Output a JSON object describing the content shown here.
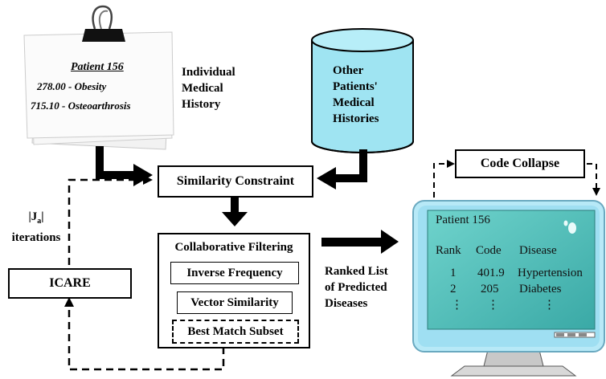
{
  "note": {
    "title": "Patient 156",
    "lines": [
      "278.00 - Obesity",
      "715.10 - Osteoarthrosis"
    ],
    "label": [
      "Individual",
      "Medical",
      "History"
    ]
  },
  "database": {
    "lines": [
      "Other",
      "Patients'",
      "Medical",
      "Histories"
    ],
    "color": "#9fe4f2"
  },
  "similarity": {
    "label": "Similarity Constraint"
  },
  "cf": {
    "title": "Collaborative Filtering",
    "items": [
      "Inverse Frequency",
      "Vector Similarity",
      "Best Match Subset"
    ]
  },
  "icare": {
    "label": "ICARE"
  },
  "iterations": {
    "lines": [
      "|J",
      "a",
      "|",
      "iterations"
    ]
  },
  "ranked": {
    "lines": [
      "Ranked List",
      "of Predicted",
      "Diseases"
    ]
  },
  "code_collapse": {
    "label": "Code Collapse"
  },
  "monitor": {
    "title": "Patient 156",
    "headers": [
      "Rank",
      "Code",
      "Disease"
    ],
    "rows": [
      [
        "1",
        "401.9",
        "Hypertension"
      ],
      [
        "2",
        "205",
        "Diabetes"
      ]
    ],
    "ellipsis": "⋮",
    "screen_color": "#5cc6c0",
    "bezel_color": "#b7e9f7"
  }
}
